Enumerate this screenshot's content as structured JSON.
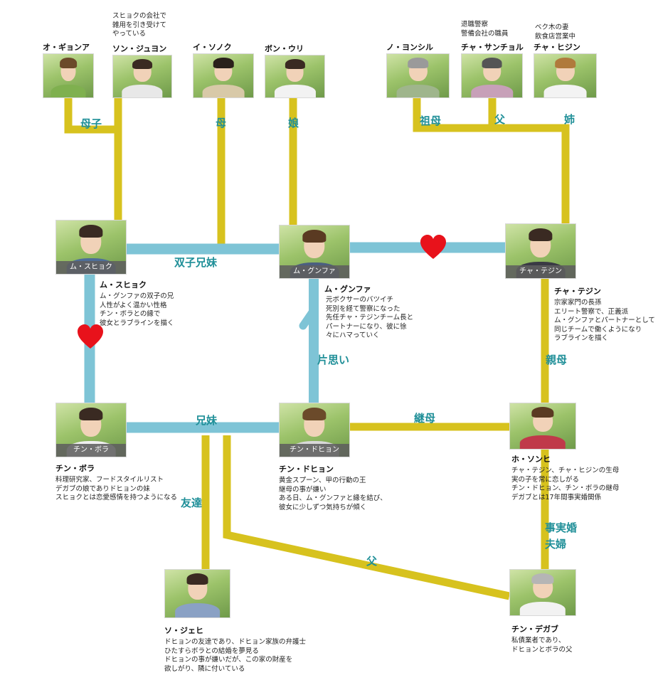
{
  "colors": {
    "yellow_line": "#d7c21e",
    "blue_line": "#7ec4d6",
    "relation_text": "#1f8f98",
    "heart": "#e8121b",
    "plate_bg": "#5f5f5f"
  },
  "people": {
    "oh_gyeonga": {
      "name": "オ・ギョンア"
    },
    "son_jungyeon": {
      "name": "ソン・ジュヨン",
      "note": [
        "スヒョクの会社で",
        "雑用を引き受けて",
        "やっている"
      ]
    },
    "lee_sonok": {
      "name": "イ・ソノク"
    },
    "bon_uri": {
      "name": "ボン・ウリ"
    },
    "no_yongsil": {
      "name": "ノ・ヨンシル"
    },
    "cha_sangcheol": {
      "name": "チャ・サンチョル",
      "note": [
        "退職警察",
        "警備会社の職員"
      ]
    },
    "cha_hejin": {
      "name": "チャ・ヒジン",
      "note": [
        "ベク木の妻",
        "飲食店営業中"
      ]
    },
    "mu_suhyeok": {
      "plate": "ム・スヒョク",
      "name": "ム・スヒョク",
      "note": [
        "ム・グンファの双子の兄",
        "人性がよく温かい性格",
        "チン・ボラとの縁で",
        "彼女とラブラインを描く"
      ]
    },
    "mu_gunhwa": {
      "plate": "ム・グンファ",
      "name": "ム・グンファ",
      "note": [
        "元ボクサーのバツイチ",
        "死別を経て警察になった",
        "先任チャ・テジンチーム長と",
        "パートナーになり、彼に徐",
        "々にハマっていく"
      ]
    },
    "cha_taejin": {
      "plate": "チャ・テジン",
      "name": "チャ・テジン",
      "note": [
        "宗家家門の長孫",
        "エリート警察で、正義派",
        "ム・グンファとパートナーとして",
        "同じチームで働くようになり",
        "ラブラインを描く"
      ]
    },
    "jin_bora": {
      "plate": "チン・ボラ",
      "name": "チン・ボラ",
      "note": [
        "料理研究家、フードスタイルリスト",
        "デガブの娘でありドヒョンの妹",
        "スヒョクとは恋愛感情を持つようになる"
      ]
    },
    "jin_dohyeon": {
      "plate": "チン・ドヒョン",
      "name": "チン・ドヒョン",
      "note": [
        "黄金スプーン、甲の行動の王",
        "継母の事が嫌い",
        "ある日、ム・グンファと縁を結び、",
        "彼女に少しずつ気持ちが傾く"
      ]
    },
    "ho_sonhi": {
      "name": "ホ・ソンヒ",
      "note": [
        "チャ・テジン、チャ・ヒジンの生母",
        "実の子を常に恋しがる",
        "チン・ドヒョン、チン・ボラの継母",
        "デガブとは17年間事実婚関係"
      ]
    },
    "so_jaehi": {
      "name": "ソ・ジェヒ",
      "note": [
        "ドヒョンの友達であり、ドヒョン家族の弁護士",
        "ひたすらボラとの結婚を夢見る",
        "ドヒョンの事が嫌いだが、この家の財産を",
        "欲しがり、隣に付いている"
      ]
    },
    "jin_degab": {
      "name": "チン・デガブ",
      "note": [
        "私債業者であり、",
        "ドヒョンとボラの父"
      ]
    }
  },
  "relations": {
    "boshi": "母子",
    "haha": "母",
    "musume": "娘",
    "sobo": "祖母",
    "chichi": "父",
    "ane": "姉",
    "futago": "双子兄妹",
    "kataomoi": "片思い",
    "shinbo": "親母",
    "kyoudai": "兄妹",
    "keibo": "継母",
    "tomodachi": "友達",
    "chichi2": "父",
    "jijitsukon1": "事実婚",
    "jijitsukon2": "夫婦"
  }
}
